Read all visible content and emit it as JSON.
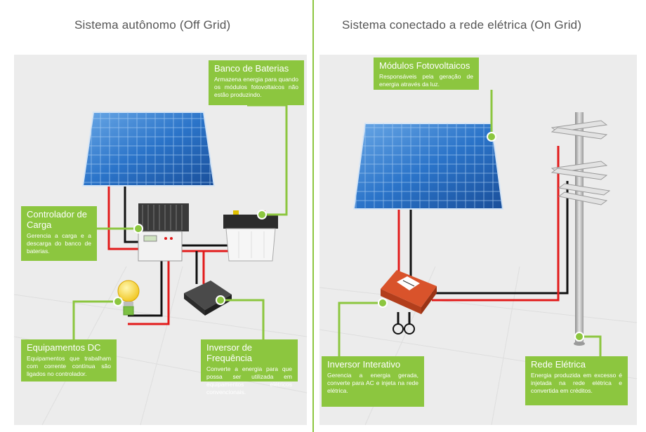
{
  "left": {
    "title": "Sistema autônomo (Off Grid)",
    "callouts": {
      "battery": {
        "title": "Banco de Baterias",
        "desc": "Armazena energia para quando os módulos fotovoltaicos não estão produzindo."
      },
      "controller": {
        "title": "Controlador de Carga",
        "desc": "Gerencia a carga e a descarga do banco de baterias."
      },
      "dc": {
        "title": "Equipamentos DC",
        "desc": "Equipamentos que trabalham com corrente contínua são ligados no controlador."
      },
      "inverter": {
        "title": "Inversor de Frequência",
        "desc": "Converte a energia para que possa ser utilizada em equipamentos elétricos convencionais."
      }
    }
  },
  "right": {
    "title": "Sistema conectado a rede elétrica (On Grid)",
    "callouts": {
      "modules": {
        "title": "Módulos Fotovoltaicos",
        "desc": "Responsáveis pela geração de energia através da luz."
      },
      "inverter": {
        "title": "Inversor Interativo",
        "desc": "Gerencia a energia gerada, converte para AC e injeta na rede elétrica."
      },
      "grid": {
        "title": "Rede Elétrica",
        "desc": "Energia produzida em excesso é injetada na rede elétrica e convertida em créditos."
      }
    }
  },
  "colors": {
    "accent": "#8cc63f",
    "wire_red": "#e21b1b",
    "wire_black": "#111111",
    "panel_blue": "#2b74c9",
    "background": "#ececec"
  }
}
